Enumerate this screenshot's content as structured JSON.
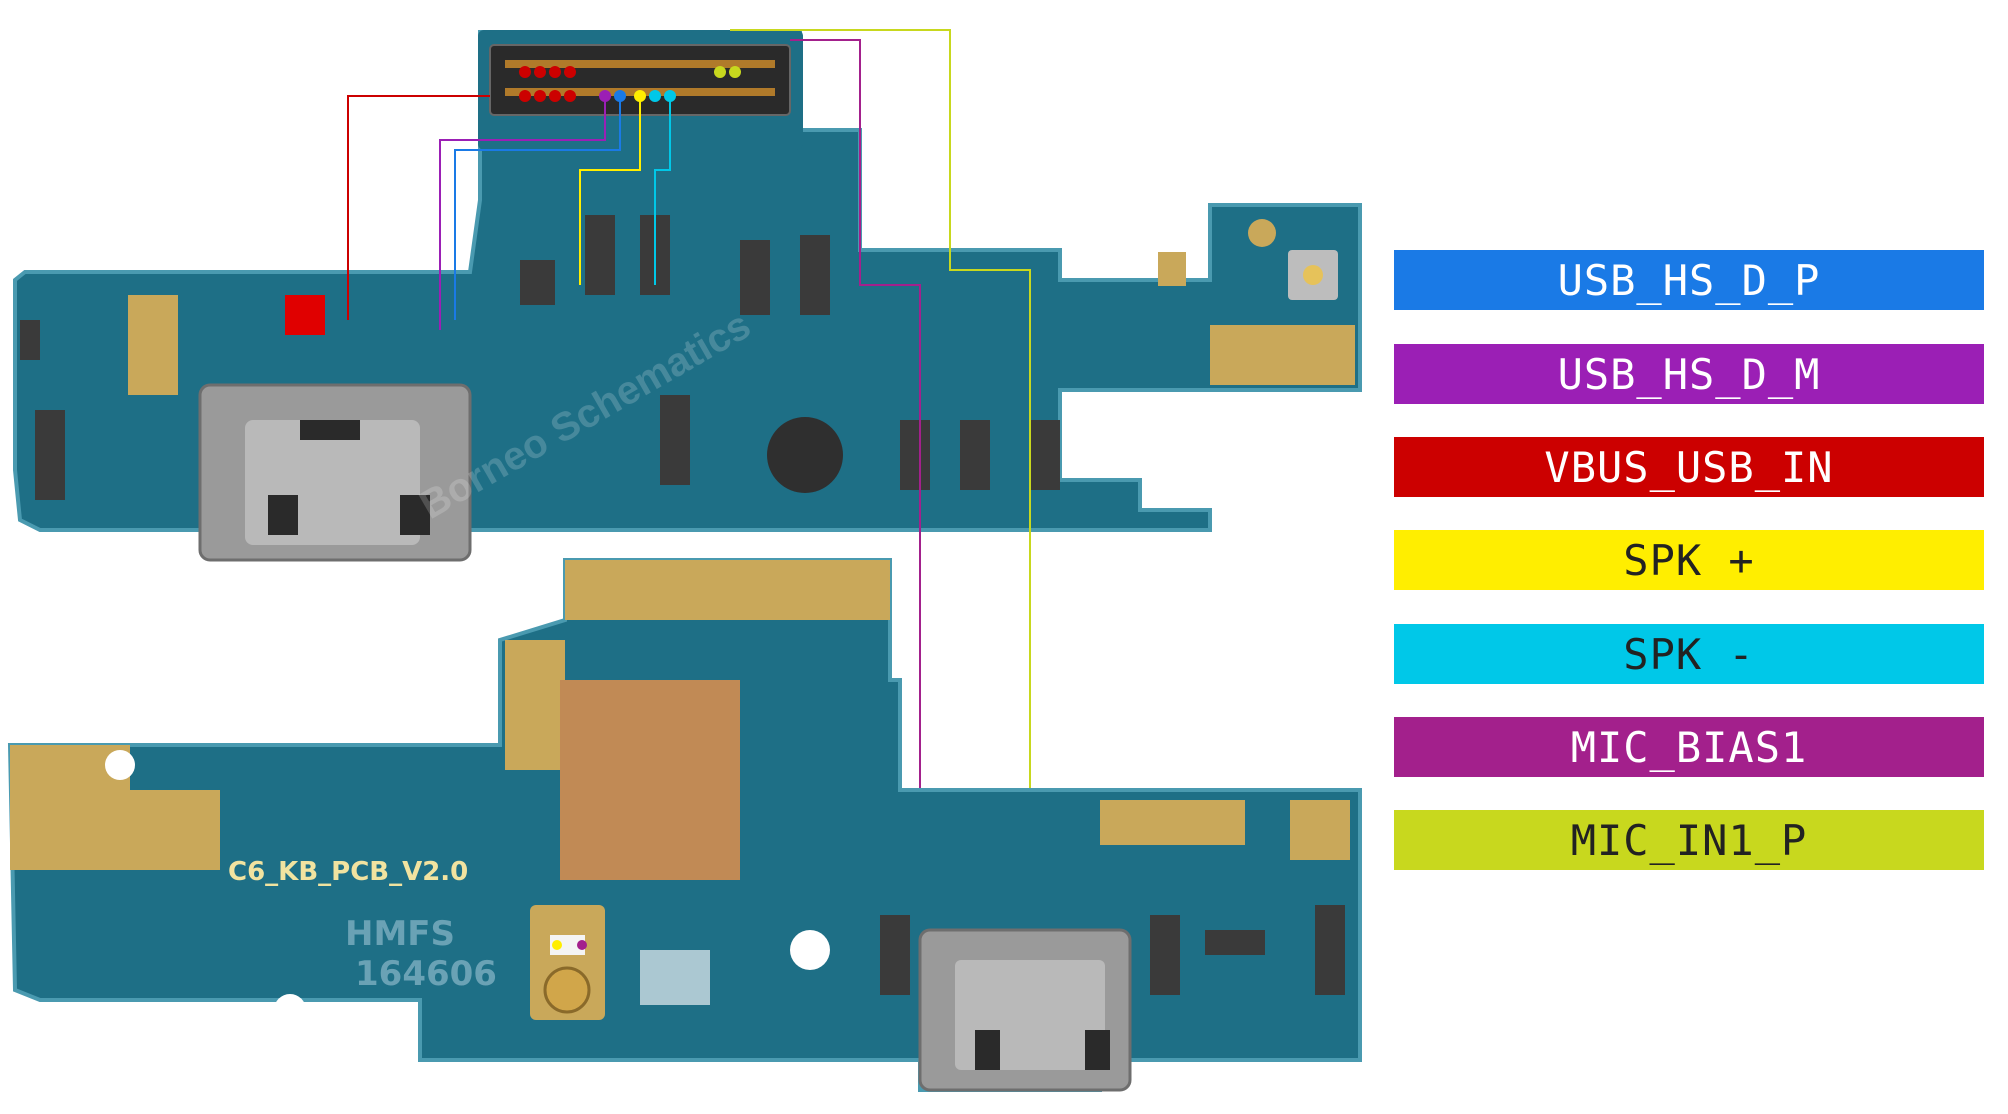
{
  "board": {
    "silkscreen_model": "C6_KB_PCB_V2.0",
    "silkscreen_vendor": "HMFS",
    "silkscreen_date": "164606",
    "watermark": "Borneo Schematics"
  },
  "legend": [
    {
      "label": "USB_HS_D_P",
      "color": "#1a7ae6",
      "text_color": "#ffffff"
    },
    {
      "label": "USB_HS_D_M",
      "color": "#9b1fb5",
      "text_color": "#ffffff"
    },
    {
      "label": "VBUS_USB_IN",
      "color": "#cc0000",
      "text_color": "#ffffff"
    },
    {
      "label": "SPK +",
      "color": "#ffee00",
      "text_color": "#222222"
    },
    {
      "label": "SPK -",
      "color": "#00c8e8",
      "text_color": "#222222"
    },
    {
      "label": "MIC_BIAS1",
      "color": "#a3208c",
      "text_color": "#ffffff"
    },
    {
      "label": "MIC_IN1_P",
      "color": "#c8d81e",
      "text_color": "#222222"
    }
  ],
  "colors": {
    "pcb_blue": "#1e6f86",
    "pcb_edge": "#4a9ab0",
    "gold_pad": "#c9a85a",
    "connector": "#2a2a2a",
    "usb_metal": "#9a9a9a"
  }
}
